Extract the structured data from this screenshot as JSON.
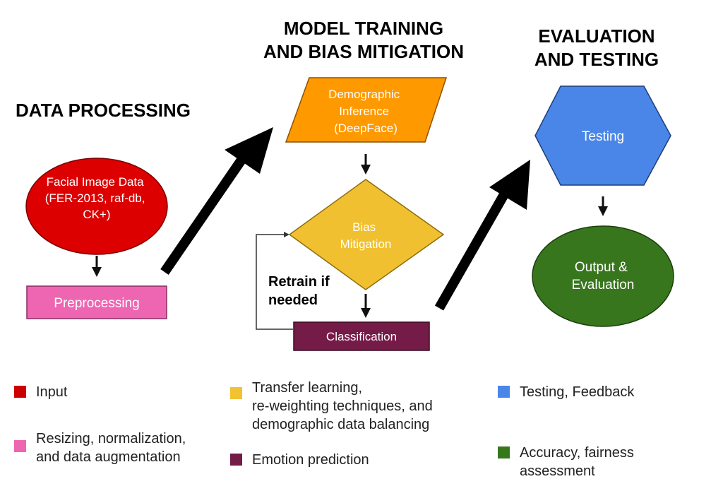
{
  "headers": {
    "data_processing": "DATA PROCESSING",
    "model_training": "MODEL TRAINING\nAND BIAS MITIGATION",
    "evaluation": "EVALUATION\nAND TESTING"
  },
  "nodes": {
    "facial_data": {
      "lines": [
        "Facial Image Data",
        "(FER-2013, raf-db,",
        "CK+)"
      ],
      "color": "#dd0000"
    },
    "preprocessing": {
      "lines": [
        "Preprocessing"
      ],
      "color": "#ee65b2"
    },
    "demographic": {
      "lines": [
        "Demographic",
        "Inference",
        "(DeepFace)"
      ],
      "color": "#ff9900"
    },
    "bias": {
      "lines": [
        "Bias",
        "Mitigation"
      ],
      "color": "#f0c030"
    },
    "classification": {
      "lines": [
        "Classification"
      ],
      "color": "#741b47"
    },
    "testing": {
      "lines": [
        "Testing"
      ],
      "color": "#4a86e8"
    },
    "output": {
      "lines": [
        "Output &",
        "Evaluation"
      ],
      "color": "#38761d"
    }
  },
  "retrain_label": [
    "Retrain if",
    "needed"
  ],
  "legend": [
    {
      "color": "#cc0000",
      "text": "Input"
    },
    {
      "color": "#ee65b2",
      "text": "Resizing, normalization,\nand data augmentation"
    },
    {
      "color": "#f1c232",
      "text": "Transfer learning,\nre-weighting techniques, and\ndemographic data balancing"
    },
    {
      "color": "#741b47",
      "text": "Emotion prediction"
    },
    {
      "color": "#4a86e8",
      "text": "Testing, Feedback"
    },
    {
      "color": "#38761d",
      "text": "Accuracy, fairness\nassessment"
    }
  ]
}
